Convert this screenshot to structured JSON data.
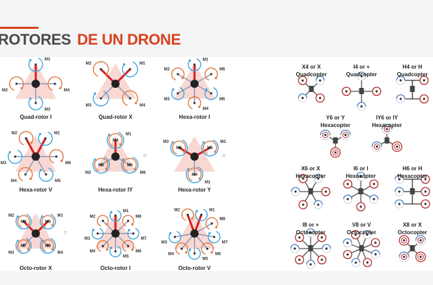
{
  "title": {
    "part1": "ROTORES",
    "part2": "DE UN DRONE"
  },
  "colors": {
    "accent": "#d9401e",
    "orange": "#e2773f",
    "blue": "#3ea5dc",
    "red": "#d42020",
    "hub": "#222222",
    "rotor_red": "#b52a2a",
    "rotor_blue": "#4a7fc0"
  },
  "left_diagrams": [
    {
      "caption": "Quad-rotor I",
      "motors": [
        "M1",
        "M4",
        "M3",
        "M2"
      ]
    },
    {
      "caption": "Quad-rotor X",
      "motors": [
        "M1",
        "M4",
        "M3",
        "M2"
      ]
    },
    {
      "caption": "Hexa-rotor I",
      "motors": [
        "M1",
        "M6",
        "M5",
        "M4",
        "M3",
        "M2"
      ]
    },
    {
      "caption": "Hexa-rotor V",
      "motors": [
        "M1",
        "M6",
        "M5",
        "M4",
        "M3",
        "M2"
      ]
    },
    {
      "caption": "Hexa-rotor IY",
      "motors": [
        "M4",
        "M1",
        "M3",
        "M6",
        "M5",
        "M2"
      ]
    },
    {
      "caption": "Hexa-rotor Y",
      "motors": [
        "M5",
        "M2",
        "M4",
        "M1",
        "M6",
        "M3"
      ]
    },
    {
      "caption": "Octo-rotor X",
      "motors": [
        "M5",
        "M1",
        "M8",
        "M4",
        "M7",
        "M3",
        "M6",
        "M2"
      ]
    },
    {
      "caption": "Octo-rotor I",
      "motors": [
        "M1",
        "M8",
        "M7",
        "M6",
        "M5",
        "M4",
        "M3",
        "M2"
      ]
    },
    {
      "caption": "Octo-rotor V",
      "motors": [
        "M1",
        "M8",
        "M7",
        "M6",
        "M5",
        "M4",
        "M3",
        "M2"
      ]
    }
  ],
  "right_diagrams": [
    {
      "line1": "X4 or X",
      "line2": "Quadcopter"
    },
    {
      "line1": "I4 or +",
      "line2": "Quadcopter"
    },
    {
      "line1": "H4 or H",
      "line2": "Quadcopter"
    },
    {
      "line1": "Y6 or Y",
      "line2": "Hexacopter"
    },
    {
      "line1": "IY6 or IY",
      "line2": "Hexacopter"
    },
    {
      "line1": "X6 or X",
      "line2": "Hexacopter"
    },
    {
      "line1": "I6 or I",
      "line2": "Hexacopter"
    },
    {
      "line1": "H6 or H",
      "line2": "Hexacopter"
    },
    {
      "line1": "I8 or +",
      "line2": "Octocopter"
    },
    {
      "line1": "V8 or V",
      "line2": "Octocopter"
    },
    {
      "line1": "X8 or X",
      "line2": "Octocopter"
    }
  ]
}
